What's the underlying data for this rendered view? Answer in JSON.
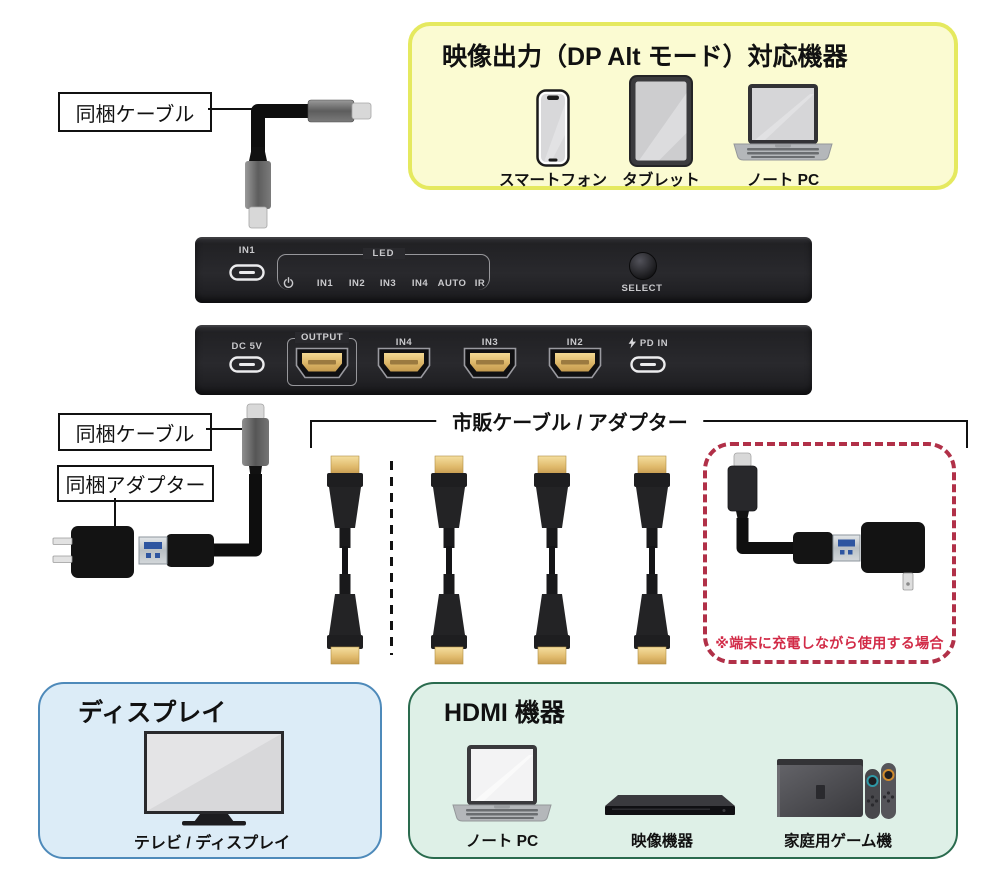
{
  "annotations": {
    "bundled_cable_top": "同梱ケーブル",
    "bundled_cable_left": "同梱ケーブル",
    "bundled_adapter": "同梱アダプター",
    "commercial_header": "市販ケーブル / アダプター",
    "charging_note": "※端末に充電しながら使用する場合"
  },
  "dp_alt_box": {
    "title": "映像出力（DP Alt モード）対応機器",
    "devices": [
      {
        "icon": "smartphone-icon",
        "label": "スマートフォン"
      },
      {
        "icon": "tablet-icon",
        "label": "タブレット"
      },
      {
        "icon": "laptop-icon",
        "label": "ノート PC"
      }
    ]
  },
  "switcher": {
    "front": {
      "input_label": "IN1",
      "led_group_label": "LED",
      "power_icon": "power-icon",
      "led_indicators": [
        "IN1",
        "IN2",
        "IN3",
        "IN4",
        "AUTO",
        "IR"
      ],
      "select_label": "SELECT"
    },
    "back": {
      "dc_label": "DC 5V",
      "output_label": "OUTPUT",
      "in4_label": "IN4",
      "in3_label": "IN3",
      "in2_label": "IN2",
      "pd_icon": "lightning-icon",
      "pd_label": "PD IN"
    }
  },
  "display_box": {
    "title": "ディスプレイ",
    "device_label": "テレビ / ディスプレイ"
  },
  "hdmi_box": {
    "title": "HDMI 機器",
    "devices": [
      {
        "icon": "laptop-icon",
        "label": "ノート PC"
      },
      {
        "icon": "media-player-icon",
        "label": "映像機器"
      },
      {
        "icon": "game-console-icon",
        "label": "家庭用ゲーム機"
      }
    ]
  },
  "colors": {
    "dp_alt_box_bg": "#fbfbd2",
    "dp_alt_box_border": "#e5e95f",
    "display_box_bg": "#dcecf7",
    "display_box_border": "#4e8aba",
    "hdmi_box_bg": "#def0e7",
    "hdmi_box_border": "#2a6b4e",
    "charging_box_border": "#b13048",
    "charging_note_text": "#d22b47",
    "device_body": "#222226",
    "device_text": "#c9c9cc",
    "hdmi_gold": "#e3c27c",
    "callout_border": "#111111"
  }
}
